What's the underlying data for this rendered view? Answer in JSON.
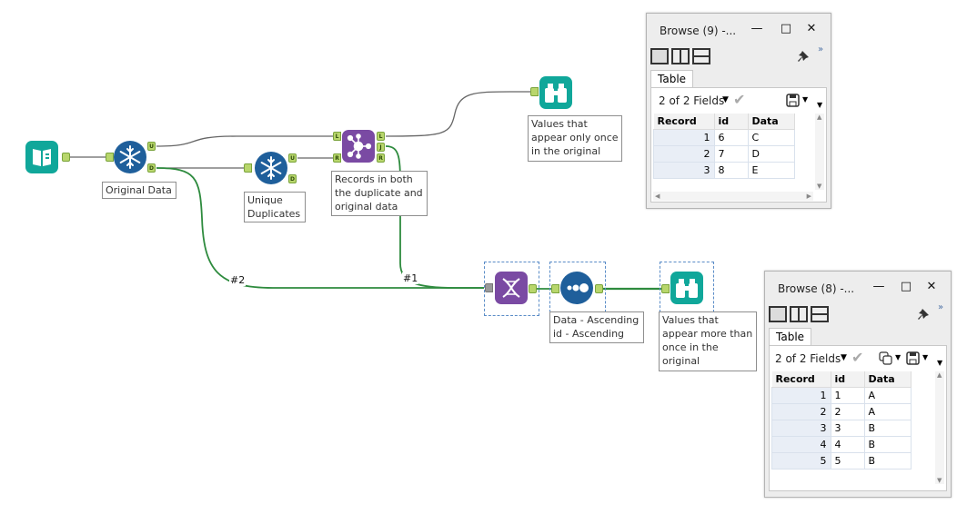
{
  "workflow": {
    "connection_labels": {
      "conn2": "#2",
      "conn1": "#1"
    },
    "tools": {
      "input": {
        "icon": "book-icon"
      },
      "unique1": {
        "icon": "snowflake-icon",
        "anchors": {
          "out_u": "U",
          "out_d": "D"
        },
        "annotation": "Original Data"
      },
      "unique2": {
        "icon": "snowflake-icon",
        "anchors": {
          "out_u": "U",
          "out_d": "D"
        },
        "annotation": "Unique Duplicates"
      },
      "join": {
        "icon": "join-icon",
        "anchors": {
          "in_l": "L",
          "in_r": "R",
          "out_l": "L",
          "out_j": "J",
          "out_r": "R"
        },
        "annotation": "Records in both the duplicate and original data"
      },
      "browse_top": {
        "icon": "binoculars-icon",
        "annotation": "Values that appear only once in the original"
      },
      "union": {
        "icon": "union-dna-icon"
      },
      "sort": {
        "icon": "sort-dots-icon",
        "annotation": "Data - Ascending\nid - Ascending"
      },
      "browse_bottom": {
        "icon": "binoculars-icon",
        "annotation": "Values that appear more than once in the original"
      }
    }
  },
  "browse9": {
    "title": "Browse  (9)  -...",
    "minimize": "—",
    "maximize": "□",
    "close": "✕",
    "more": "»",
    "tab": "Table",
    "fields": "2 of 2 Fields",
    "headers": [
      "Record",
      "id",
      "Data"
    ],
    "rows": [
      {
        "rec": "1",
        "id": "6",
        "data": "C"
      },
      {
        "rec": "2",
        "id": "7",
        "data": "D"
      },
      {
        "rec": "3",
        "id": "8",
        "data": "E"
      }
    ]
  },
  "browse8": {
    "title": "Browse  (8)  -...",
    "minimize": "—",
    "maximize": "□",
    "close": "✕",
    "more": "»",
    "tab": "Table",
    "fields": "2 of 2 Fields",
    "headers": [
      "Record",
      "id",
      "Data"
    ],
    "rows": [
      {
        "rec": "1",
        "id": "1",
        "data": "A"
      },
      {
        "rec": "2",
        "id": "2",
        "data": "A"
      },
      {
        "rec": "3",
        "id": "3",
        "data": "B"
      },
      {
        "rec": "4",
        "id": "4",
        "data": "B"
      },
      {
        "rec": "5",
        "id": "5",
        "data": "B"
      }
    ]
  }
}
